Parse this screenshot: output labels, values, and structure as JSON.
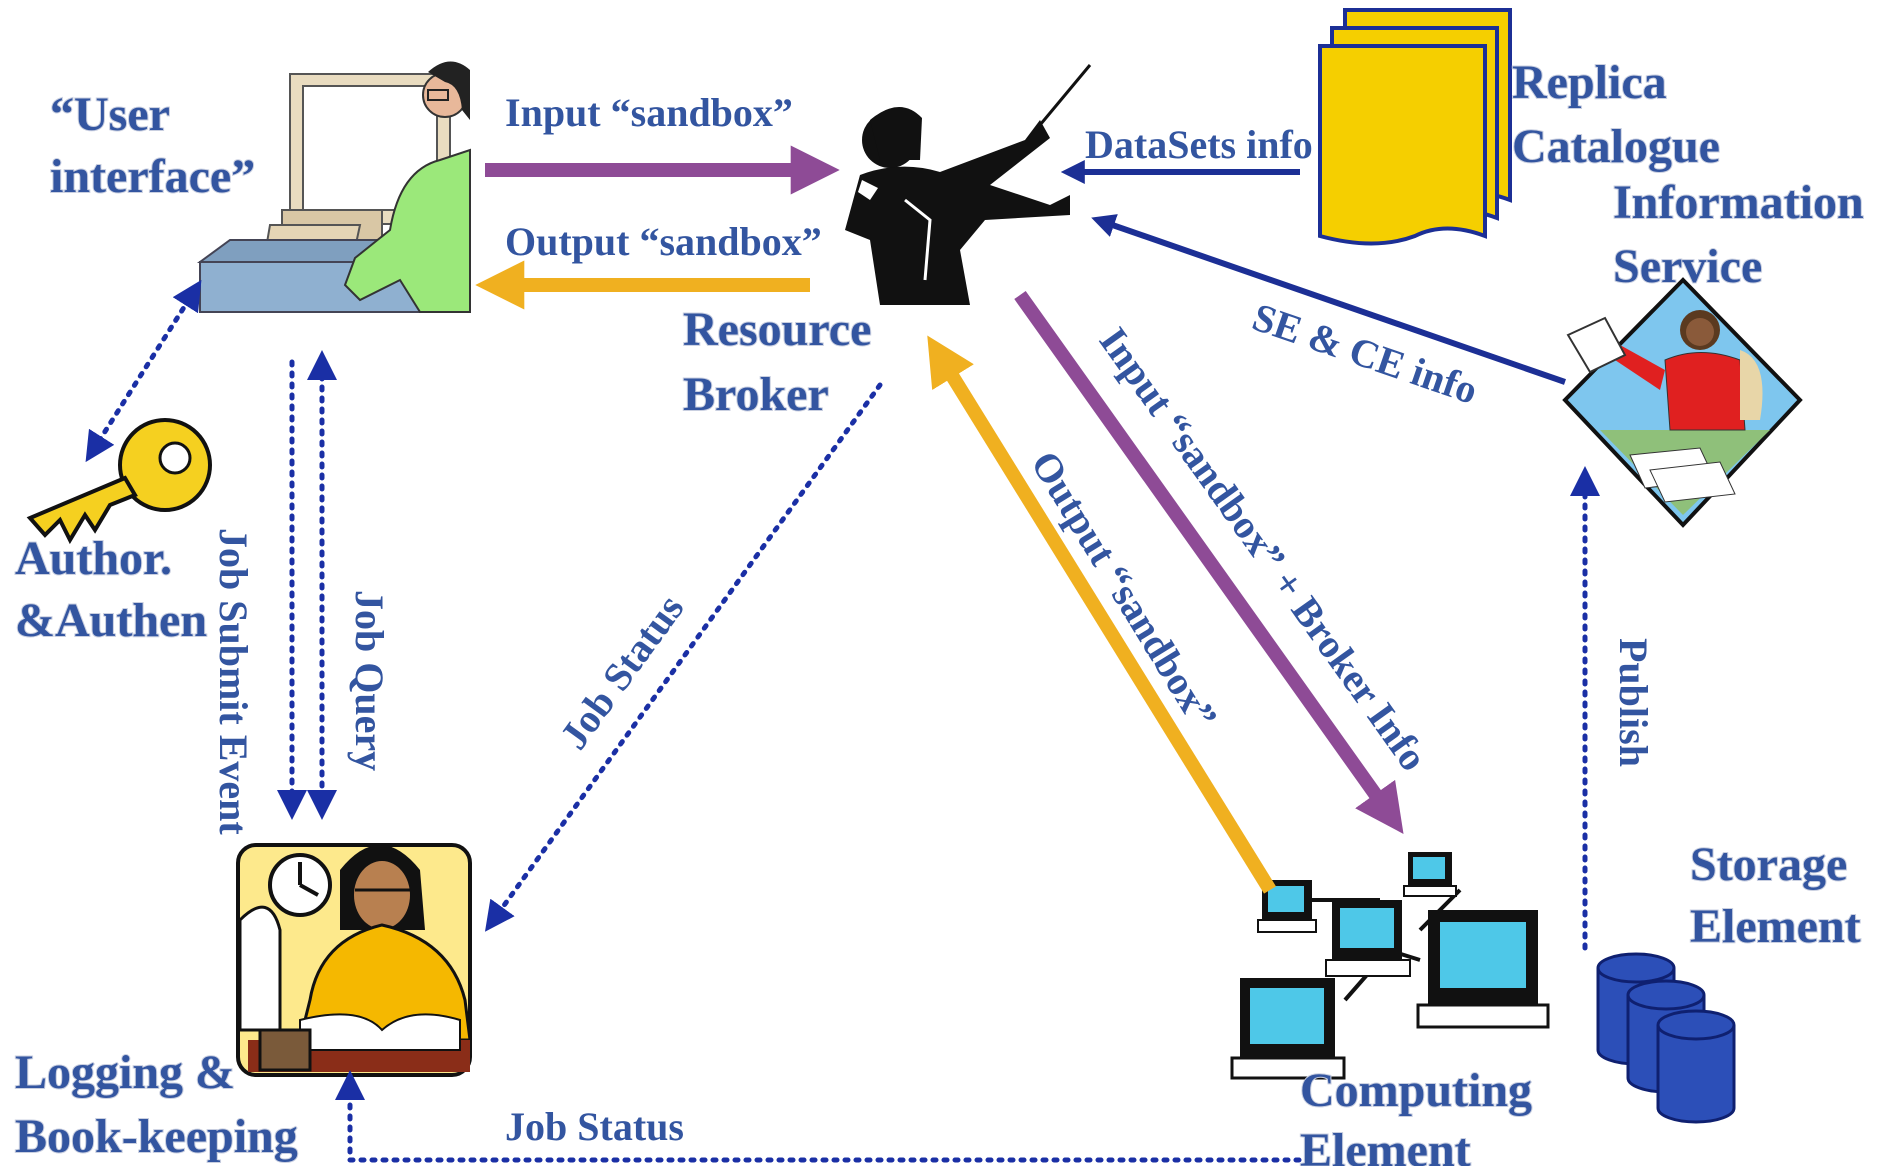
{
  "nodes": {
    "user_interface": [
      "“User",
      "interface”"
    ],
    "resource_broker": [
      "Resource",
      "Broker"
    ],
    "replica_catalogue": [
      "Replica",
      "Catalogue"
    ],
    "information_service": [
      "Information",
      "Service"
    ],
    "auth": [
      "Author.",
      "&Authen"
    ],
    "logging": [
      "Logging &",
      "Book-keeping"
    ],
    "computing_element": [
      "Computing",
      "Element"
    ],
    "storage_element": [
      "Storage",
      "Element"
    ]
  },
  "edges": {
    "input_sandbox": "Input “sandbox”",
    "output_sandbox": "Output “sandbox”",
    "datasets_info": "DataSets info",
    "se_ce_info": "SE & CE info",
    "input_sandbox_broker_info": "Input “sandbox” + Broker Info",
    "output_sandbox_ce": "Output “sandbox”",
    "job_status_rb": "Job Status",
    "job_submit_event": "Job Submit Event",
    "job_query": "Job Query",
    "publish": "Publish",
    "job_status_bottom": "Job Status"
  },
  "colors": {
    "label": "#3355a0",
    "purple_arrow": "#8e4b96",
    "orange_arrow": "#f0b020",
    "blue_arrow": "#1c2f95",
    "dotted_arrow": "#1a2fa5",
    "catalogue_yellow": "#f5cf00",
    "storage_blue": "#2c4fb8"
  }
}
